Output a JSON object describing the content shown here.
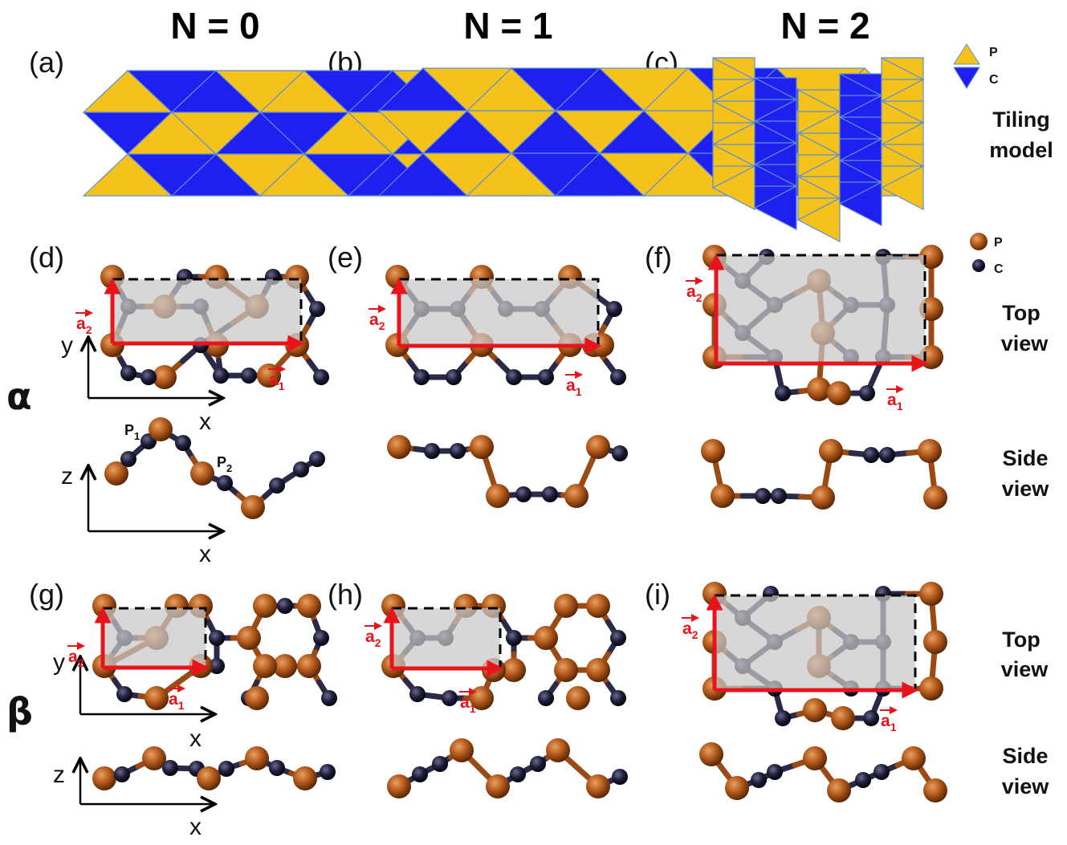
{
  "headers": [
    "N = 0",
    "N = 1",
    "N = 2"
  ],
  "panel_labels": [
    "(a)",
    "(b)",
    "(c)",
    "(d)",
    "(e)",
    "(f)",
    "(g)",
    "(h)",
    "(i)"
  ],
  "row_labels": {
    "alpha": "α",
    "beta": "β"
  },
  "side_labels": {
    "tiling": [
      "Tiling",
      "model"
    ],
    "top_alpha": [
      "Top",
      "view"
    ],
    "side_alpha": [
      "Side",
      "view"
    ],
    "top_beta": [
      "Top",
      "view"
    ],
    "side_beta": [
      "Side",
      "view"
    ]
  },
  "tiling_legend": {
    "p": "P",
    "c": "C"
  },
  "atom_legend": {
    "p": "P",
    "c": "C"
  },
  "axis_labels": {
    "x": "x",
    "y": "y",
    "z": "z"
  },
  "lattice_vectors": {
    "base": "a",
    "a1_sub": "1",
    "a2_sub": "2"
  },
  "atom_labels": {
    "p1": "P",
    "p1_sub": "1",
    "p2": "P",
    "p2_sub": "2"
  },
  "colors": {
    "phosphorus": "#b0561a",
    "carbon": "#1f1f3b",
    "tile_p": "#f5c21b",
    "tile_c": "#1f1ff0",
    "tile_edge": "#5b8fd6",
    "vector": "#e8141b",
    "cell_fill": "#c8c8c8"
  }
}
